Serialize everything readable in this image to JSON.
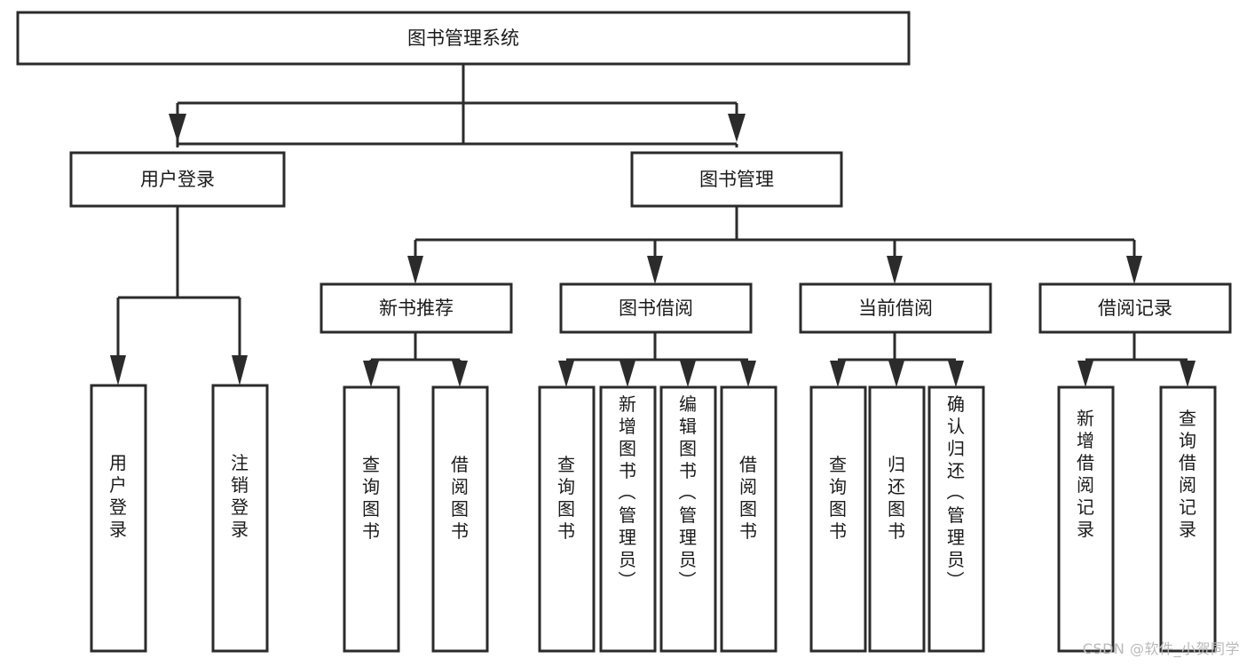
{
  "diagram": {
    "type": "tree",
    "title": "图书管理系统",
    "root": {
      "id": "root",
      "label": "图书管理系统",
      "orientation": "horizontal"
    },
    "level2": [
      {
        "id": "user-login",
        "label": "用户登录",
        "orientation": "horizontal"
      },
      {
        "id": "book-manage",
        "label": "图书管理",
        "orientation": "horizontal"
      }
    ],
    "level3": [
      {
        "id": "new-book-recommend",
        "label": "新书推荐",
        "orientation": "horizontal",
        "parent": "book-manage"
      },
      {
        "id": "book-borrow",
        "label": "图书借阅",
        "orientation": "horizontal",
        "parent": "book-manage"
      },
      {
        "id": "current-borrow",
        "label": "当前借阅",
        "orientation": "horizontal",
        "parent": "book-manage"
      },
      {
        "id": "borrow-record",
        "label": "借阅记录",
        "orientation": "horizontal",
        "parent": "book-manage"
      }
    ],
    "leaves": [
      {
        "id": "leaf-user-login",
        "label": "用户登录",
        "orientation": "vertical",
        "parent": "user-login"
      },
      {
        "id": "leaf-user-logout",
        "label": "注销登录",
        "orientation": "vertical",
        "parent": "user-login"
      },
      {
        "id": "leaf-query-book-1",
        "label": "查询图书",
        "orientation": "vertical",
        "parent": "new-book-recommend"
      },
      {
        "id": "leaf-borrow-book-1",
        "label": "借阅图书",
        "orientation": "vertical",
        "parent": "new-book-recommend"
      },
      {
        "id": "leaf-query-book-2",
        "label": "查询图书",
        "orientation": "vertical",
        "parent": "book-borrow"
      },
      {
        "id": "leaf-add-book",
        "label": "新增图书（管理员）",
        "orientation": "vertical",
        "parent": "book-borrow"
      },
      {
        "id": "leaf-edit-book",
        "label": "编辑图书（管理员）",
        "orientation": "vertical",
        "parent": "book-borrow"
      },
      {
        "id": "leaf-borrow-book-2",
        "label": "借阅图书",
        "orientation": "vertical",
        "parent": "book-borrow"
      },
      {
        "id": "leaf-query-book-3",
        "label": "查询图书",
        "orientation": "vertical",
        "parent": "current-borrow"
      },
      {
        "id": "leaf-return-book",
        "label": "归还图书",
        "orientation": "vertical",
        "parent": "current-borrow"
      },
      {
        "id": "leaf-confirm-return",
        "label": "确认归还（管理员）",
        "orientation": "vertical",
        "parent": "current-borrow"
      },
      {
        "id": "leaf-add-record",
        "label": "新增借阅记录",
        "orientation": "vertical",
        "parent": "borrow-record"
      },
      {
        "id": "leaf-query-record",
        "label": "查询借阅记录",
        "orientation": "vertical",
        "parent": "borrow-record"
      }
    ]
  },
  "watermark": {
    "text": "CSDN @软件_小贺同学"
  },
  "colors": {
    "stroke": "#2b2b2b",
    "box_fill": "#ffffff",
    "text": "#1a1a1a",
    "background": "#ffffff",
    "watermark": "#b9b9b9"
  }
}
